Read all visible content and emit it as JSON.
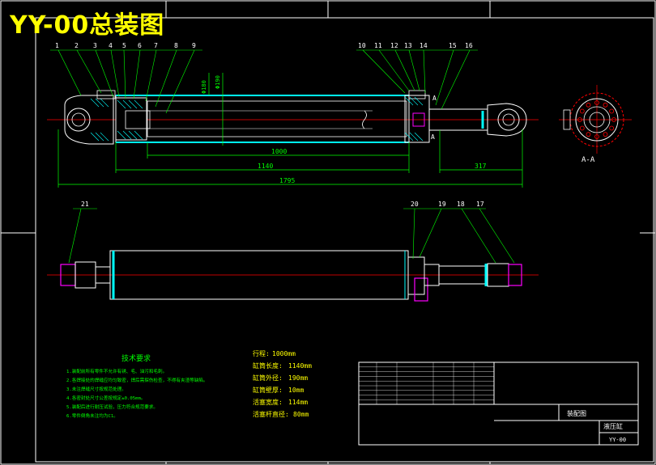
{
  "title": "YY-00总装图",
  "part_numbers_top": [
    "1",
    "2",
    "3",
    "4",
    "5",
    "6",
    "7",
    "8",
    "9",
    "10",
    "11",
    "12",
    "13",
    "14",
    "15",
    "16"
  ],
  "part_numbers_bottom": [
    "21",
    "20",
    "19",
    "18",
    "17"
  ],
  "dimensions": {
    "dia_inner": "Φ180",
    "dia_outer": "Φ190",
    "stroke": "1000",
    "body_len": "1140",
    "total_len": "1795",
    "rod_ext": "317"
  },
  "section_label": "A-A",
  "section_marker": "A",
  "tech_requirements": {
    "heading": "技术要求",
    "items": [
      "1.装配前所有零件不允许有锈、毛、油污和毛刺。",
      "2.各焊接处的焊缝应均匀致密，焊后需探伤检查，不得有夹渣等缺陷。",
      "3.未注焊缝尺寸按规范处理。",
      "4.各密封处尺寸公差按规定±0.05mm。",
      "5.装配后进行耐压试验，压力符合规范要求。",
      "6.零件倒角未注均为C1。"
    ]
  },
  "specs": [
    {
      "label": "行程:",
      "value": "1000mm"
    },
    {
      "label": "缸筒长度:",
      "value": "1140mm"
    },
    {
      "label": "缸筒外径:",
      "value": "190mm"
    },
    {
      "label": "缸筒壁厚:",
      "value": "10mm"
    },
    {
      "label": "活塞宽度:",
      "value": "114mm"
    },
    {
      "label": "活塞杆直径:",
      "value": "80mm"
    }
  ],
  "title_block": {
    "drawing_name": "液压缸",
    "drawing_no": "YY-00",
    "assembly": "装配图"
  },
  "colors": {
    "outline": "#ffffff",
    "center": "#ff0000",
    "dimension": "#00ff00",
    "hatch": "#00ffff",
    "hidden": "#ff00ff",
    "title": "#ffff00"
  }
}
